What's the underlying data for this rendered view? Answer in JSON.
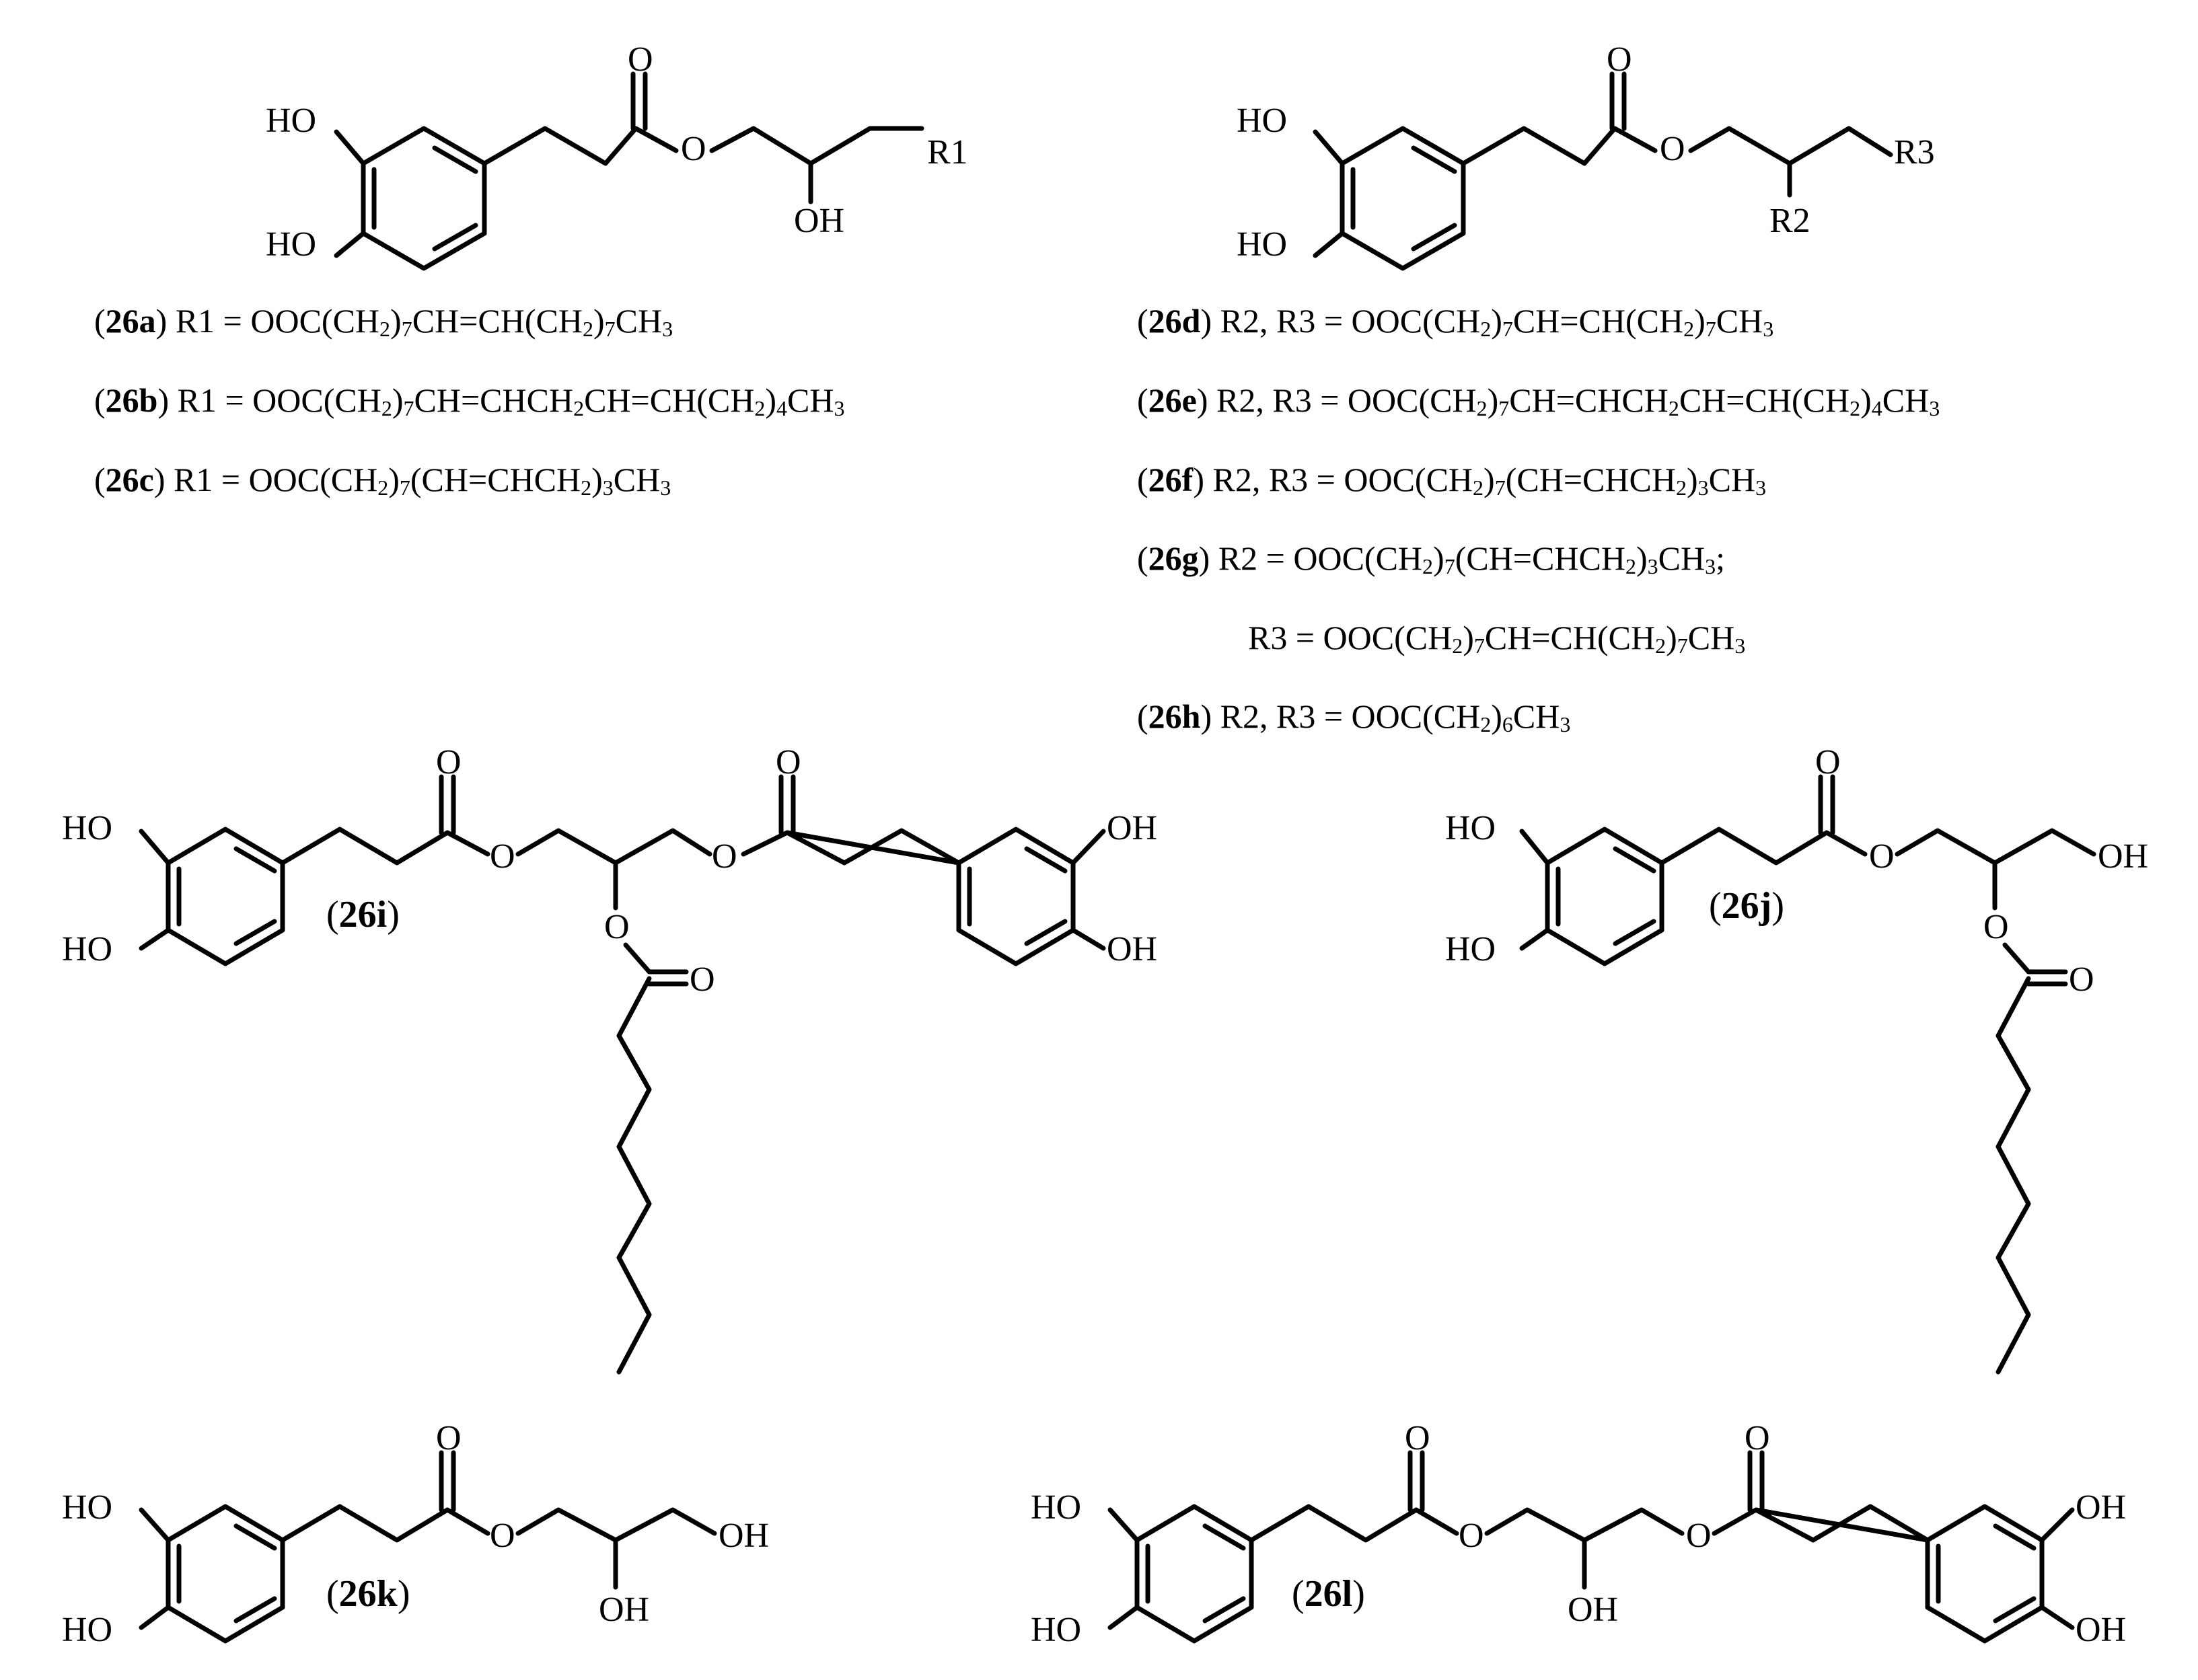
{
  "structures": {
    "s1": {
      "labels": {
        "ho_top": "HO",
        "ho_bot": "HO",
        "o_carbonyl": "O",
        "o_ester": "O",
        "oh": "OH",
        "r": "R1"
      }
    },
    "s2": {
      "labels": {
        "ho_top": "HO",
        "ho_bot": "HO",
        "o_carbonyl": "O",
        "o_ester": "O",
        "r_top": "R3",
        "r_bot": "R2"
      }
    },
    "s26i": {
      "labels": {
        "ho_top": "HO",
        "ho_bot": "HO",
        "o_carbonyl1": "O",
        "o_ester1": "O",
        "o_ester2": "O",
        "o_carbonyl2": "O",
        "oh_top": "OH",
        "oh_bot": "OH",
        "o_ester3": "O",
        "o_carbonyl3": "O"
      },
      "id_open": "(",
      "id": "26i",
      "id_close": ")"
    },
    "s26j": {
      "labels": {
        "ho_top": "HO",
        "ho_bot": "HO",
        "o_carbonyl1": "O",
        "o_ester1": "O",
        "oh": "OH",
        "o_ester3": "O",
        "o_carbonyl3": "O"
      },
      "id_open": "(",
      "id": "26j",
      "id_close": ")"
    },
    "s26k": {
      "labels": {
        "ho_top": "HO",
        "ho_bot": "HO",
        "o_carbonyl": "O",
        "o_ester": "O",
        "oh_end": "OH",
        "oh": "OH"
      },
      "id_open": "(",
      "id": "26k",
      "id_close": ")"
    },
    "s26l": {
      "labels": {
        "ho_top": "HO",
        "ho_bot": "HO",
        "o_carbonyl1": "O",
        "o_ester1": "O",
        "oh": "OH",
        "o_ester2": "O",
        "o_carbonyl2": "O",
        "oh_top": "OH",
        "oh_bot": "OH"
      },
      "id_open": "(",
      "id": "26l",
      "id_close": ")"
    }
  },
  "legend": [
    {
      "key": "a",
      "id": "26a",
      "text": " R1 = OOC(CH",
      "parts": [
        [
          "2",
          true
        ],
        [
          ")",
          false
        ],
        [
          "7",
          true
        ],
        [
          "CH=CH(CH",
          false
        ],
        [
          "2",
          true
        ],
        [
          ")",
          false
        ],
        [
          "7",
          true
        ],
        [
          "CH",
          false
        ],
        [
          "3",
          true
        ]
      ]
    },
    {
      "key": "b",
      "id": "26b",
      "text": " R1 = OOC(CH",
      "parts": [
        [
          "2",
          true
        ],
        [
          ")",
          false
        ],
        [
          "7",
          true
        ],
        [
          "CH=CHCH",
          false
        ],
        [
          "2",
          true
        ],
        [
          "CH=CH(CH",
          false
        ],
        [
          "2",
          true
        ],
        [
          ")",
          false
        ],
        [
          "4",
          true
        ],
        [
          "CH",
          false
        ],
        [
          "3",
          true
        ]
      ]
    },
    {
      "key": "c",
      "id": "26c",
      "text": " R1 = OOC(CH",
      "parts": [
        [
          "2",
          true
        ],
        [
          ")",
          false
        ],
        [
          "7",
          true
        ],
        [
          "(CH=CHCH",
          false
        ],
        [
          "2",
          true
        ],
        [
          ")",
          false
        ],
        [
          "3",
          true
        ],
        [
          "CH",
          false
        ],
        [
          "3",
          true
        ]
      ]
    },
    {
      "key": "d",
      "id": "26d",
      "text": " R2, R3 = OOC(CH",
      "parts": [
        [
          "2",
          true
        ],
        [
          ")",
          false
        ],
        [
          "7",
          true
        ],
        [
          "CH=CH(CH",
          false
        ],
        [
          "2",
          true
        ],
        [
          ")",
          false
        ],
        [
          "7",
          true
        ],
        [
          "CH",
          false
        ],
        [
          "3",
          true
        ]
      ]
    },
    {
      "key": "e",
      "id": "26e",
      "text": " R2, R3 = OOC(CH",
      "parts": [
        [
          "2",
          true
        ],
        [
          ")",
          false
        ],
        [
          "7",
          true
        ],
        [
          "CH=CHCH",
          false
        ],
        [
          "2",
          true
        ],
        [
          "CH=CH(CH",
          false
        ],
        [
          "2",
          true
        ],
        [
          ")",
          false
        ],
        [
          "4",
          true
        ],
        [
          "CH",
          false
        ],
        [
          "3",
          true
        ]
      ]
    },
    {
      "key": "f",
      "id": "26f",
      "text": " R2, R3 = OOC(CH",
      "parts": [
        [
          "2",
          true
        ],
        [
          ")",
          false
        ],
        [
          "7",
          true
        ],
        [
          "(CH=CHCH",
          false
        ],
        [
          "2",
          true
        ],
        [
          ")",
          false
        ],
        [
          "3",
          true
        ],
        [
          "CH",
          false
        ],
        [
          "3",
          true
        ]
      ]
    },
    {
      "key": "g",
      "id": "26g",
      "text": " R2 = OOC(CH",
      "parts": [
        [
          "2",
          true
        ],
        [
          ")",
          false
        ],
        [
          "7",
          true
        ],
        [
          "(CH=CHCH",
          false
        ],
        [
          "2",
          true
        ],
        [
          ")",
          false
        ],
        [
          "3",
          true
        ],
        [
          "CH",
          false
        ],
        [
          "3",
          true
        ],
        [
          ";",
          false
        ]
      ]
    },
    {
      "key": "g2",
      "id": "",
      "text": "R3 = OOC(CH",
      "parts": [
        [
          "2",
          true
        ],
        [
          ")",
          false
        ],
        [
          "7",
          true
        ],
        [
          "CH=CH(CH",
          false
        ],
        [
          "2",
          true
        ],
        [
          ")",
          false
        ],
        [
          "7",
          true
        ],
        [
          "CH",
          false
        ],
        [
          "3",
          true
        ]
      ]
    },
    {
      "key": "h",
      "id": "26h",
      "text": " R2, R3 = OOC(CH",
      "parts": [
        [
          "2",
          true
        ],
        [
          ")",
          false
        ],
        [
          "6",
          true
        ],
        [
          "CH",
          false
        ],
        [
          "3",
          true
        ]
      ]
    }
  ]
}
